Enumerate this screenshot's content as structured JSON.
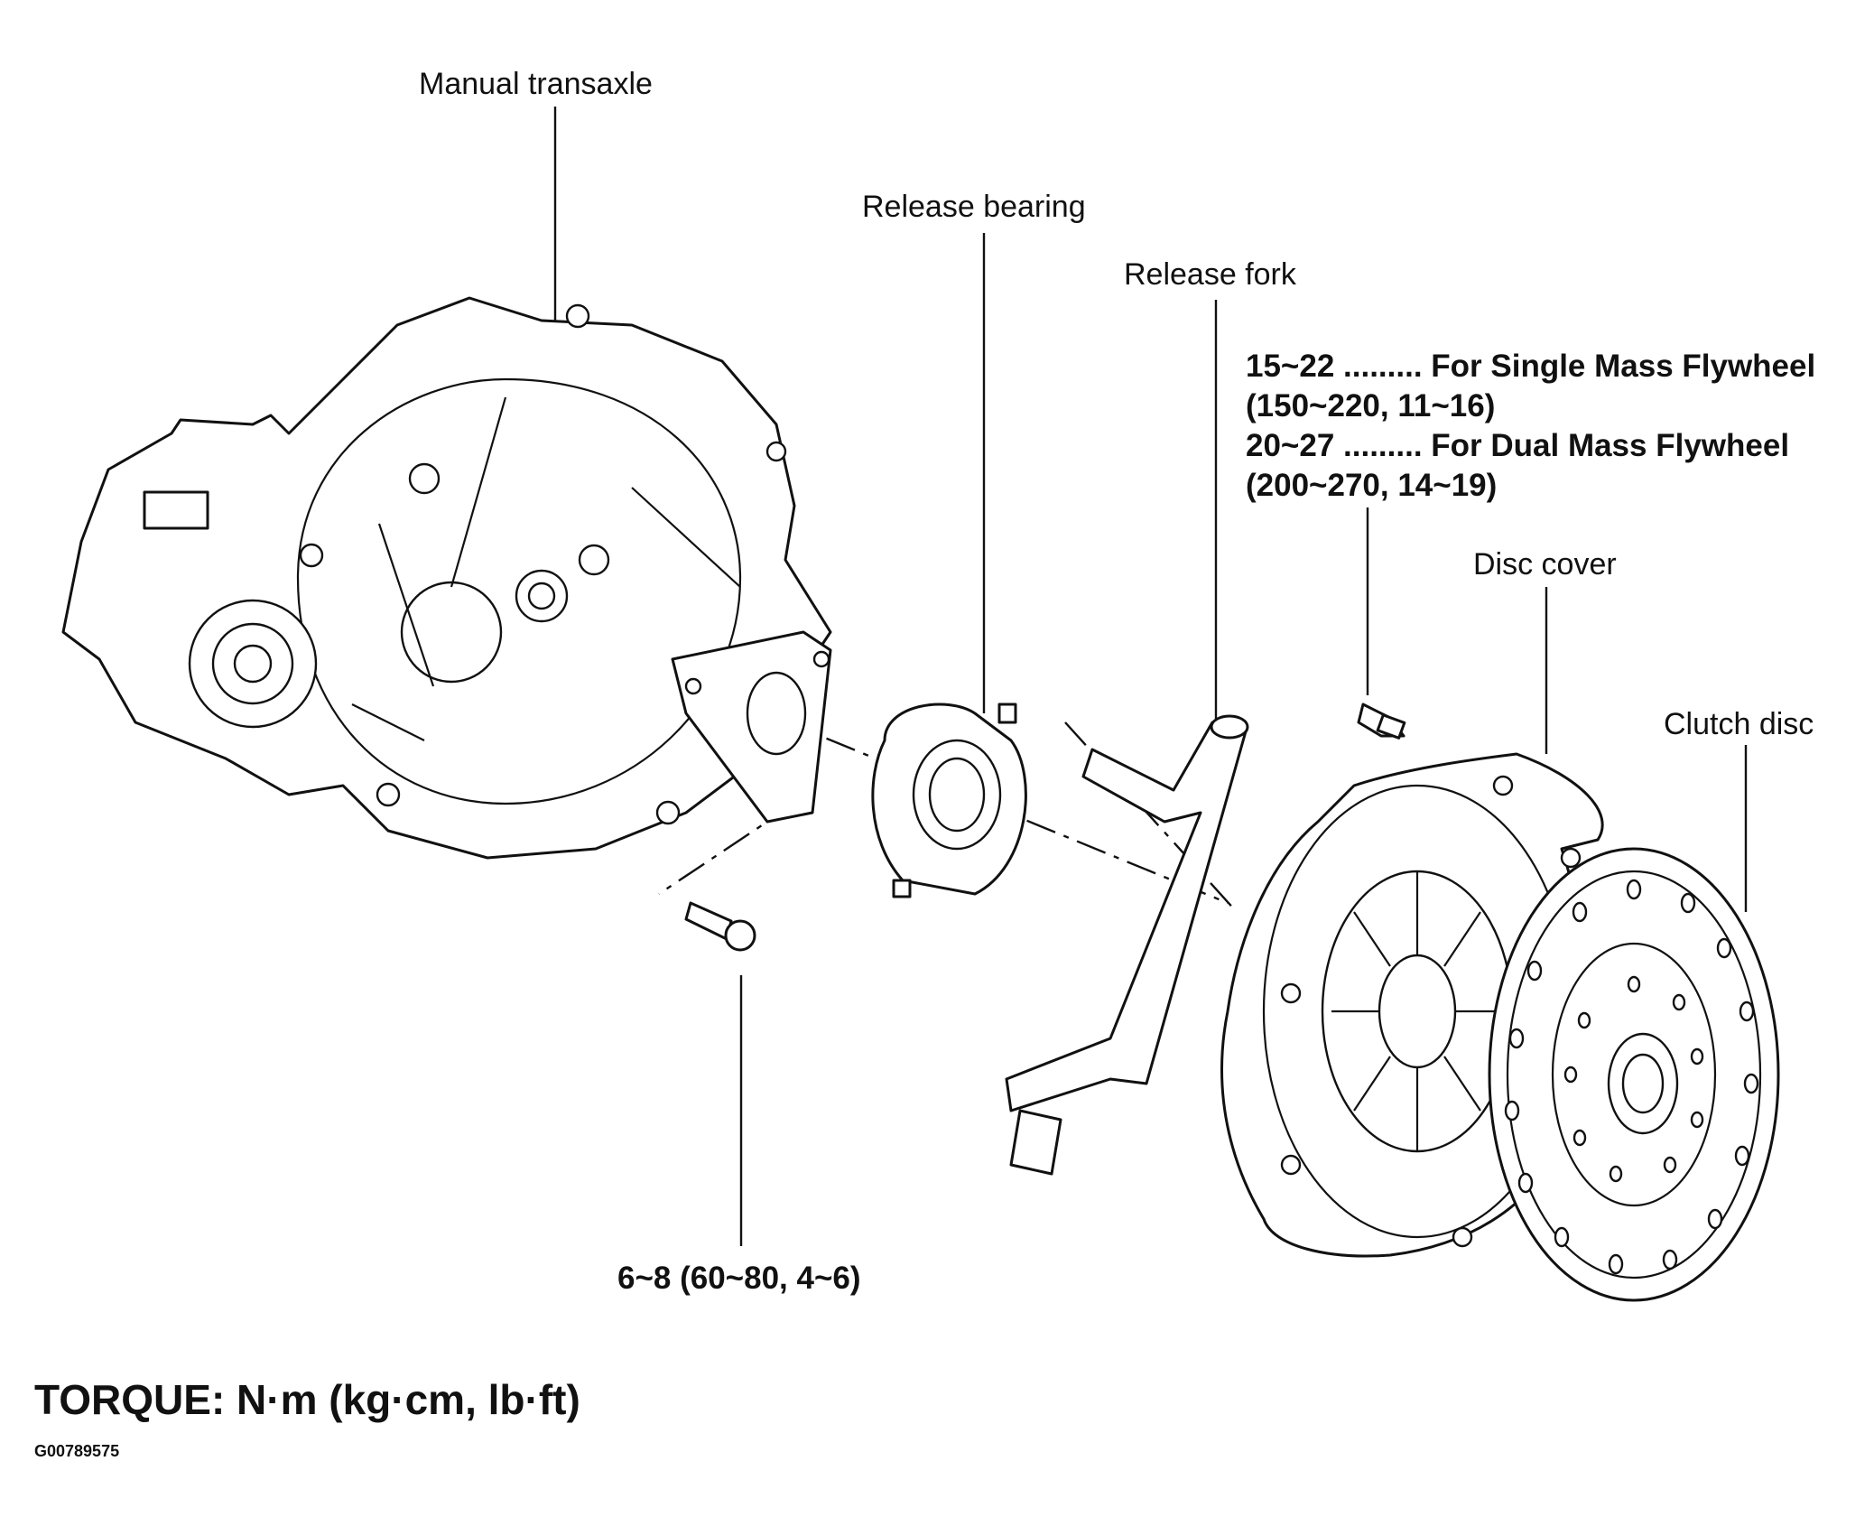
{
  "labels": {
    "manual_transaxle": "Manual  transaxle",
    "release_bearing": "Release bearing",
    "release_fork": "Release fork",
    "disc_cover": "Disc cover",
    "clutch_disc": "Clutch disc"
  },
  "torque_specs": {
    "cover_bolt_line1": "15~22 ......... For Single Mass Flywheel",
    "cover_bolt_line2": "(150~220, 11~16)",
    "cover_bolt_line3": "20~27 ......... For Dual Mass Flywheel",
    "cover_bolt_line4": "(200~270, 14~19)",
    "bearing_bolt": "6~8 (60~80, 4~6)"
  },
  "legend": "TORQUE: N·m (kg·cm, lb·ft)",
  "figure_code": "G00789575"
}
